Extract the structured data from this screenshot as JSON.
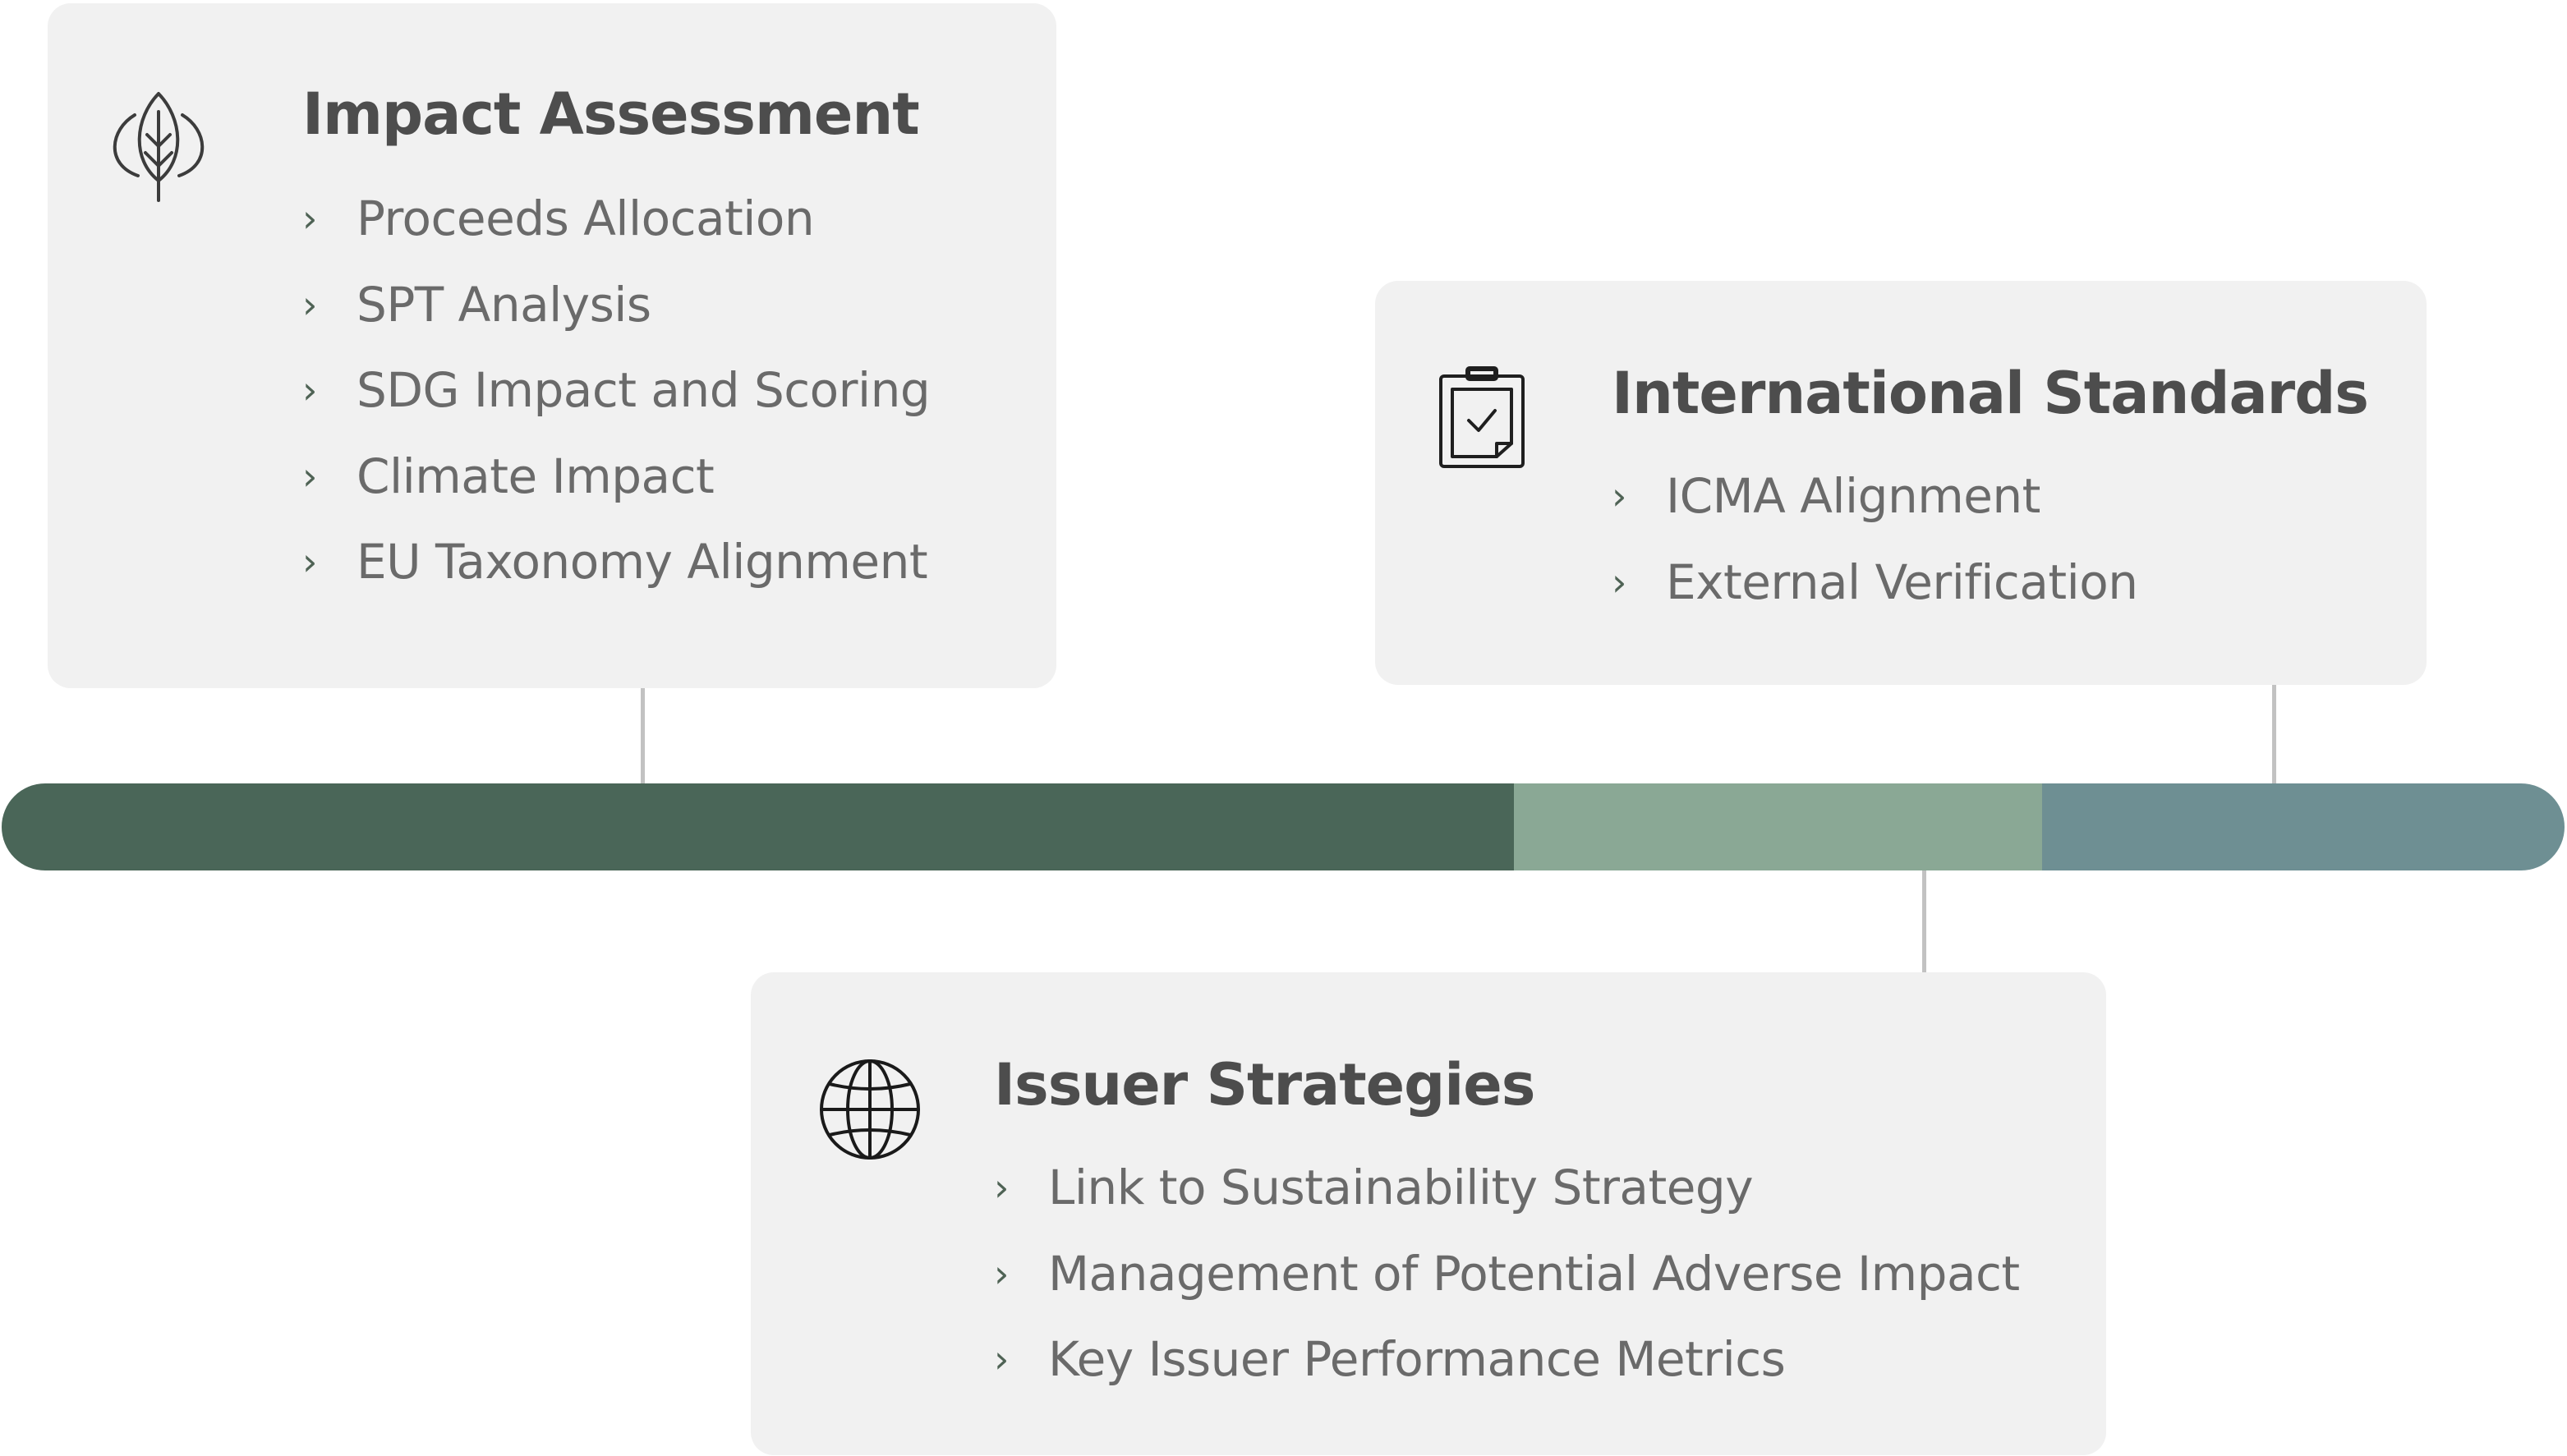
{
  "colors": {
    "card_background": "#f1f1f1",
    "title_text": "#4d4d4d",
    "item_text": "#6a6a6a",
    "chevron": "#4f6355",
    "connector": "#c2c2c2"
  },
  "timeline": {
    "segments": [
      {
        "color": "#4a6658",
        "share": 0.59
      },
      {
        "color": "#8aa895",
        "share": 0.206
      },
      {
        "color": "#6e8f93",
        "share": 0.204
      }
    ]
  },
  "cards": {
    "impact": {
      "icon": "leaf-icon",
      "title": "Impact Assessment",
      "items": [
        "Proceeds Allocation",
        "SPT Analysis",
        "SDG Impact and Scoring",
        "Climate Impact",
        "EU Taxonomy Alignment"
      ]
    },
    "international": {
      "icon": "clipboard-check-icon",
      "title": "International Standards",
      "items": [
        "ICMA Alignment",
        "External Verification"
      ]
    },
    "issuer": {
      "icon": "globe-icon",
      "title": "Issuer Strategies",
      "items": [
        "Link to Sustainability Strategy",
        "Management of Potential Adverse Impact",
        "Key Issuer Performance Metrics"
      ]
    }
  },
  "chevron_glyph": "›"
}
